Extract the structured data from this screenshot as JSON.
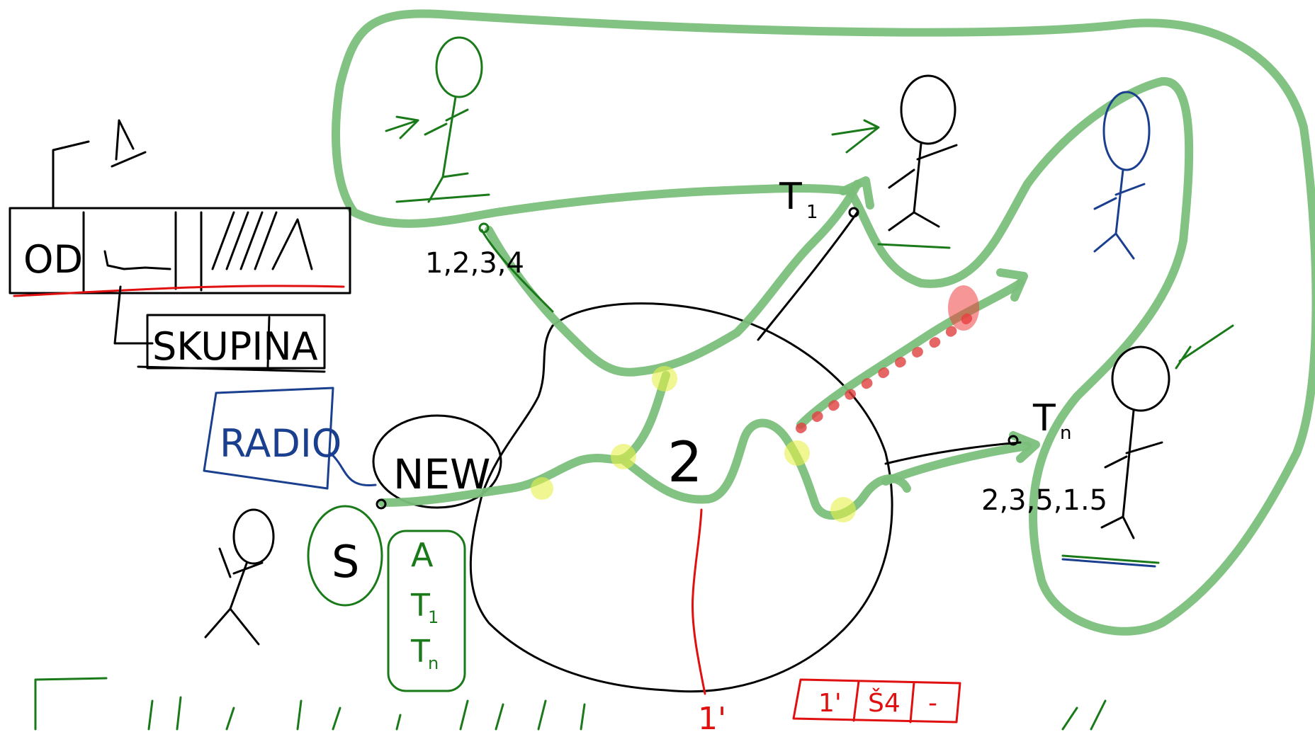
{
  "labels": {
    "od": "OD",
    "skupina": "SKUPINA",
    "radio": "RADIO",
    "new": "NEW",
    "s": "S",
    "list_a": "A",
    "list_t1": "T",
    "list_t1_sub": "1",
    "list_tn": "T",
    "list_tn_sub": "n",
    "top_marker": "1",
    "center_number": "2",
    "t1": "T",
    "t1_sub": "1",
    "tn": "T",
    "tn_sub": "n",
    "seq_left": "1,2,3,4",
    "seq_right": "2,3,5,1.5",
    "bottom_marker": "1'",
    "red_box_1": "1'",
    "red_box_2": "Š4",
    "red_box_3": "-"
  },
  "colors": {
    "black": "#000000",
    "green_pen": "#1a7a1a",
    "green_marker": "#7bbf7b",
    "blue": "#1a3f8f",
    "red": "#e01010",
    "yellow_highlight": "#e6f04a"
  }
}
